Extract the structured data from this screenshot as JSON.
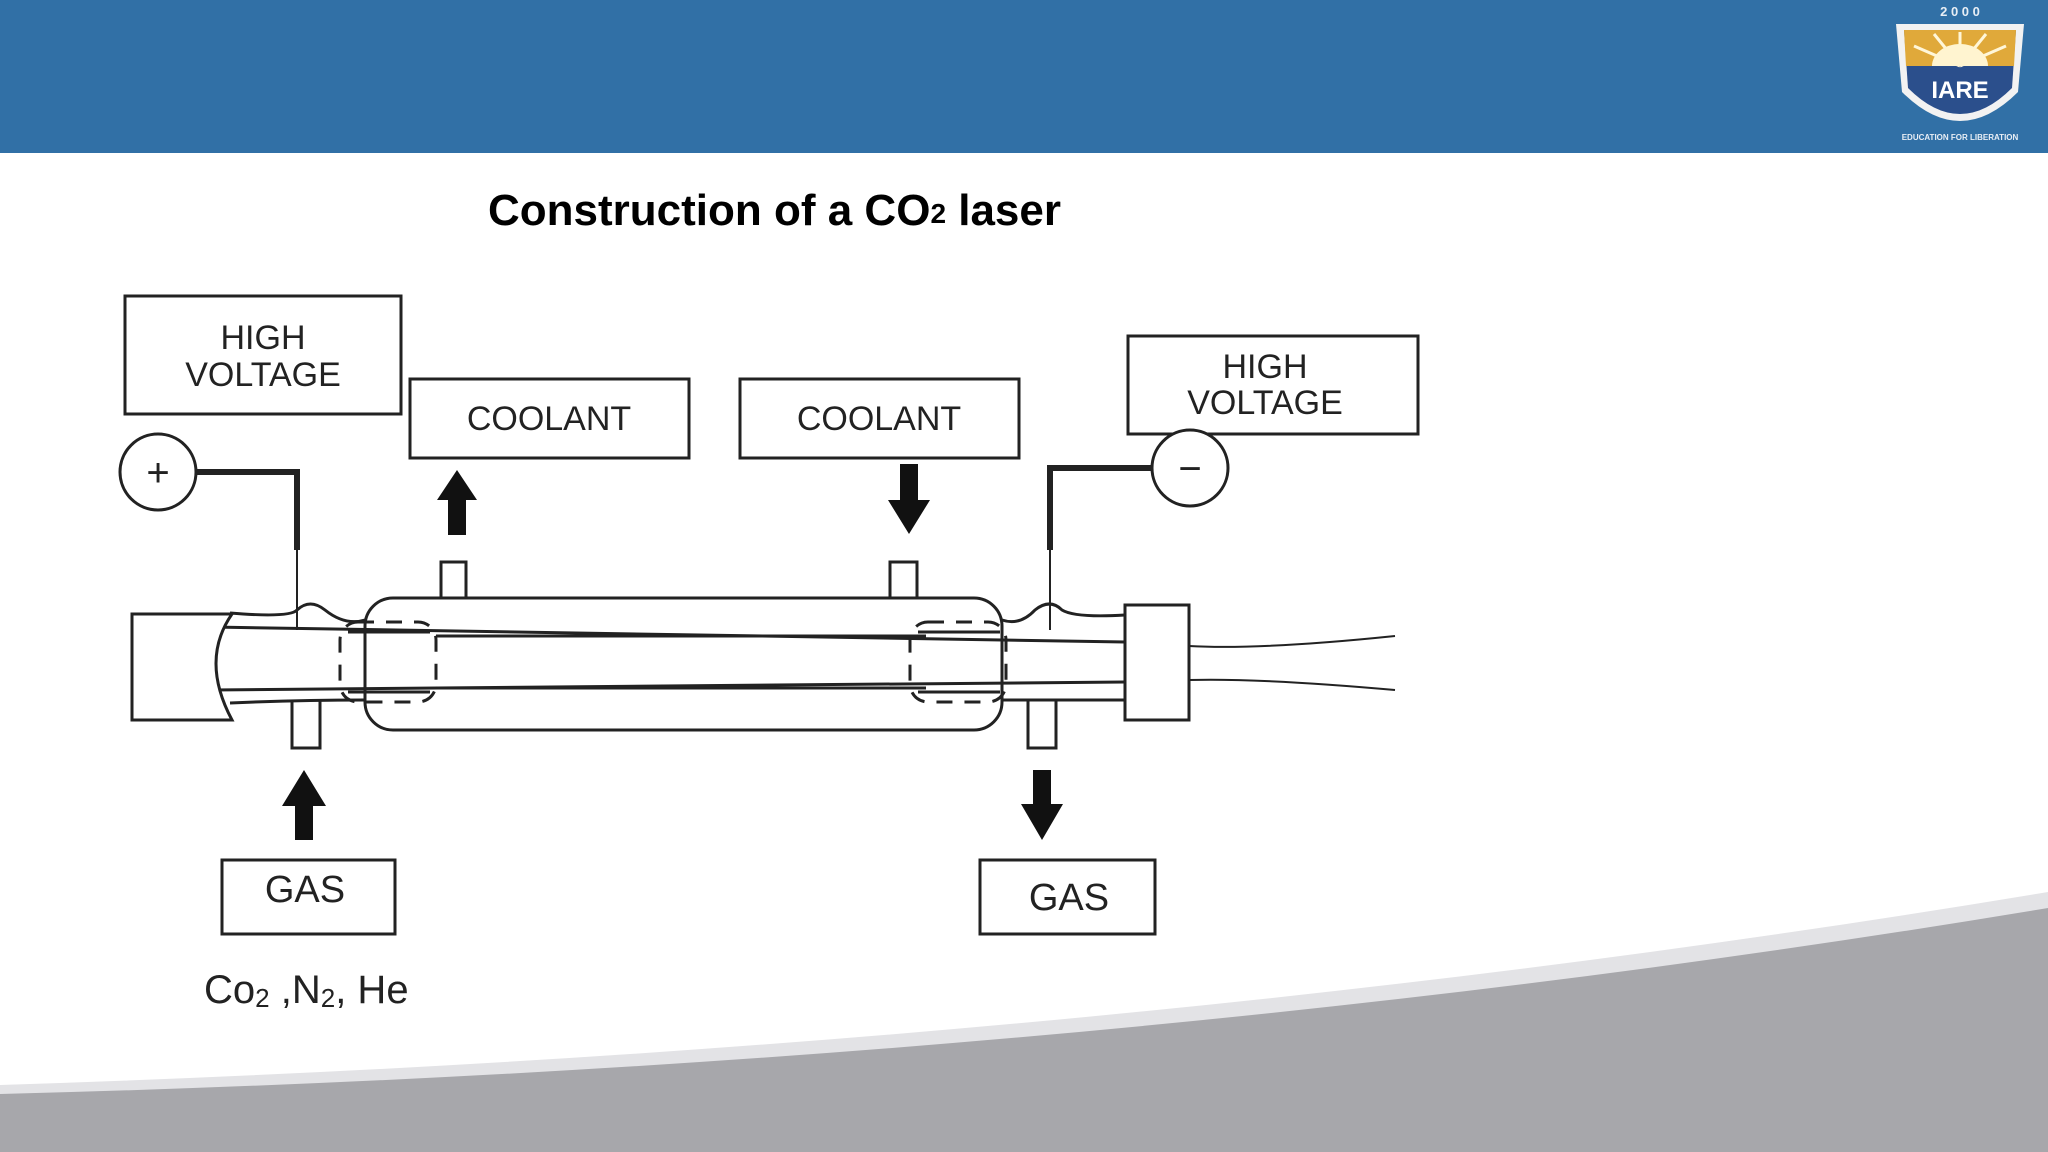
{
  "header": {
    "logo": {
      "icon": "iare-logo-icon",
      "year": "2 0 0 0",
      "name": "IARE",
      "motto": "EDUCATION FOR LIBERATION"
    },
    "colors": {
      "band": "#3170a6",
      "footer_swoosh": "#a7a7ab"
    }
  },
  "slide": {
    "title_main": "Construction of a CO",
    "title_sup": "2",
    "title_tail": " laser"
  },
  "diagram": {
    "hv_left_line1": "HIGH",
    "hv_left_line2": "VOLTAGE",
    "hv_right_line1": "HIGH",
    "hv_right_line2": "VOLTAGE",
    "coolant_out": "COOLANT",
    "coolant_in": "COOLANT",
    "gas_in": "GAS",
    "gas_out": "GAS",
    "anode_symbol": "+",
    "cathode_symbol": "−",
    "gas_mix": {
      "co": "Co",
      "co_sub": "2",
      "sep1": " ,N",
      "n_sub": "2",
      "sep2": ", He"
    }
  }
}
